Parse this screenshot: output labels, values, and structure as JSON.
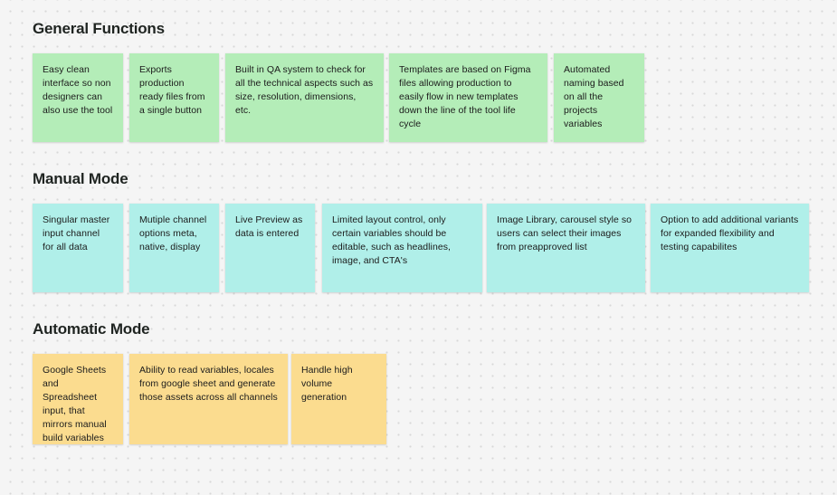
{
  "board": {
    "background": "#f5f5f5",
    "dot_color": "#d8d8d8"
  },
  "sections": [
    {
      "id": "general-functions",
      "title": "General Functions",
      "color": "#b4edb8",
      "cards": [
        {
          "text": "Easy clean interface so non designers can also use the tool"
        },
        {
          "text": "Exports production ready files from a single button"
        },
        {
          "text": "Built in QA system to check for all the technical aspects such as size, resolution, dimensions, etc."
        },
        {
          "text": "Templates are based on Figma files allowing production to easily flow in new templates down the line of the tool life cycle"
        },
        {
          "text": "Automated naming based on all the projects variables"
        }
      ]
    },
    {
      "id": "manual-mode",
      "title": "Manual Mode",
      "color": "#b0efe9",
      "cards": [
        {
          "text": "Singular master input channel for all data"
        },
        {
          "text": "Mutiple channel options meta, native, display"
        },
        {
          "text": "Live Preview as data is entered"
        },
        {
          "text": "Limited layout control, only certain variables should be editable, such as headlines, image, and CTA's"
        },
        {
          "text": "Image Library, carousel style so users can select their images from preapproved list"
        },
        {
          "text": "Option to add additional variants for expanded flexibility and testing capabilites"
        }
      ]
    },
    {
      "id": "automatic-mode",
      "title": "Automatic Mode",
      "color": "#fbdc8f",
      "cards": [
        {
          "text": "Google Sheets and Spreadsheet input, that mirrors manual build variables"
        },
        {
          "text": "Ability to read variables, locales from google sheet and generate those assets across all channels"
        },
        {
          "text": "Handle high volume generation"
        }
      ]
    }
  ]
}
